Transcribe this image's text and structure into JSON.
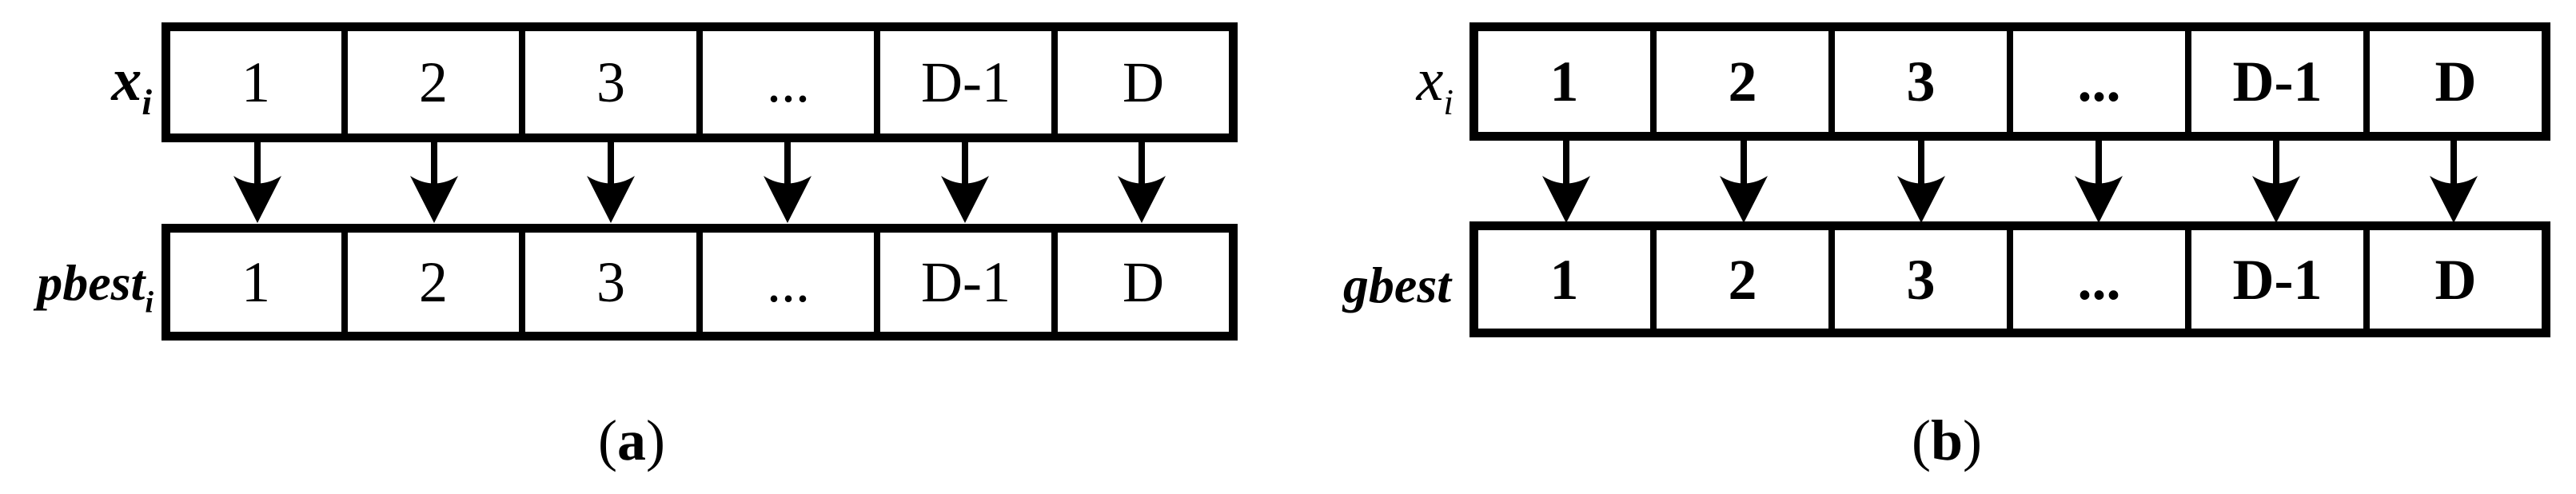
{
  "figure": {
    "background_color": "#ffffff",
    "ink_color": "#000000",
    "arrow_count_per_subfigure": 6
  },
  "subfigure_a": {
    "caption_open": "(",
    "caption_letter": "a",
    "caption_close": ")",
    "top_label_base": "x",
    "top_label_sub": "i",
    "bottom_label_base": "pbest",
    "bottom_label_sub": "i",
    "top_cells": [
      "1",
      "2",
      "3",
      "...",
      "D-1",
      "D"
    ],
    "bottom_cells": [
      "1",
      "2",
      "3",
      "...",
      "D-1",
      "D"
    ]
  },
  "subfigure_b": {
    "caption_open": "(",
    "caption_letter": "b",
    "caption_close": ")",
    "top_label_base": "x",
    "top_label_sub": "i",
    "bottom_label_base": "gbest",
    "bottom_label_sub": "",
    "top_cells": [
      "1",
      "2",
      "3",
      "...",
      "D-1",
      "D"
    ],
    "bottom_cells": [
      "1",
      "2",
      "3",
      "...",
      "D-1",
      "D"
    ]
  }
}
